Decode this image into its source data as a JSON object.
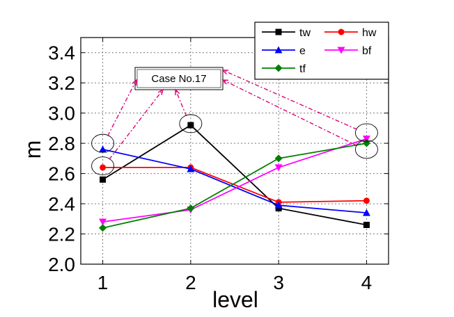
{
  "chart_data": {
    "type": "line",
    "title": "",
    "xlabel": "level",
    "ylabel": "m",
    "x": [
      1,
      2,
      3,
      4
    ],
    "xticks": [
      "1",
      "2",
      "3",
      "4"
    ],
    "yticks": [
      "2.0",
      "2.2",
      "2.4",
      "2.6",
      "2.8",
      "3.0",
      "3.2",
      "3.4"
    ],
    "xlim": [
      0.75,
      4.25
    ],
    "ylim": [
      2.0,
      3.5
    ],
    "grid": true,
    "legend_position": "top-right",
    "series": [
      {
        "name": "tw",
        "values": [
          2.56,
          2.92,
          2.37,
          2.26
        ],
        "color": "#000000",
        "marker": "square"
      },
      {
        "name": "hw",
        "values": [
          2.64,
          2.64,
          2.41,
          2.42
        ],
        "color": "#ff0000",
        "marker": "circle"
      },
      {
        "name": "e",
        "values": [
          2.76,
          2.63,
          2.39,
          2.34
        ],
        "color": "#0000ff",
        "marker": "triangle-up"
      },
      {
        "name": "bf",
        "values": [
          2.28,
          2.36,
          2.64,
          2.83
        ],
        "color": "#ff00ff",
        "marker": "triangle-down"
      },
      {
        "name": "tf",
        "values": [
          2.24,
          2.37,
          2.7,
          2.8
        ],
        "color": "#008000",
        "marker": "diamond"
      }
    ],
    "annotation": {
      "text": "Case No.17",
      "arrow_color": "#e0007a",
      "highlighted_points": [
        {
          "x": 1,
          "y": 2.8
        },
        {
          "x": 1,
          "y": 2.65
        },
        {
          "x": 2,
          "y": 2.93
        },
        {
          "x": 4,
          "y": 2.87
        },
        {
          "x": 4,
          "y": 2.76
        }
      ]
    }
  }
}
